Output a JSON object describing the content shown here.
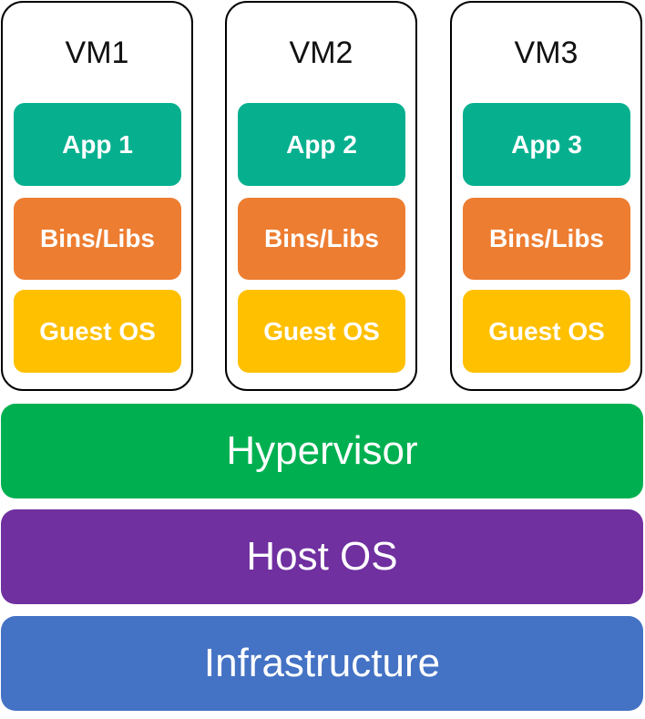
{
  "vms": [
    {
      "title": "VM1",
      "app": "App 1",
      "bins": "Bins/Libs",
      "guest_os": "Guest OS"
    },
    {
      "title": "VM2",
      "app": "App 2",
      "bins": "Bins/Libs",
      "guest_os": "Guest OS"
    },
    {
      "title": "VM3",
      "app": "App 3",
      "bins": "Bins/Libs",
      "guest_os": "Guest OS"
    }
  ],
  "layers": {
    "hypervisor": "Hypervisor",
    "host_os": "Host OS",
    "infrastructure": "Infrastructure"
  },
  "colors": {
    "app": "#06b08f",
    "bins": "#ed7d31",
    "guest_os": "#ffc000",
    "hypervisor": "#00b050",
    "host_os": "#7030a0",
    "infrastructure": "#4472c4"
  }
}
